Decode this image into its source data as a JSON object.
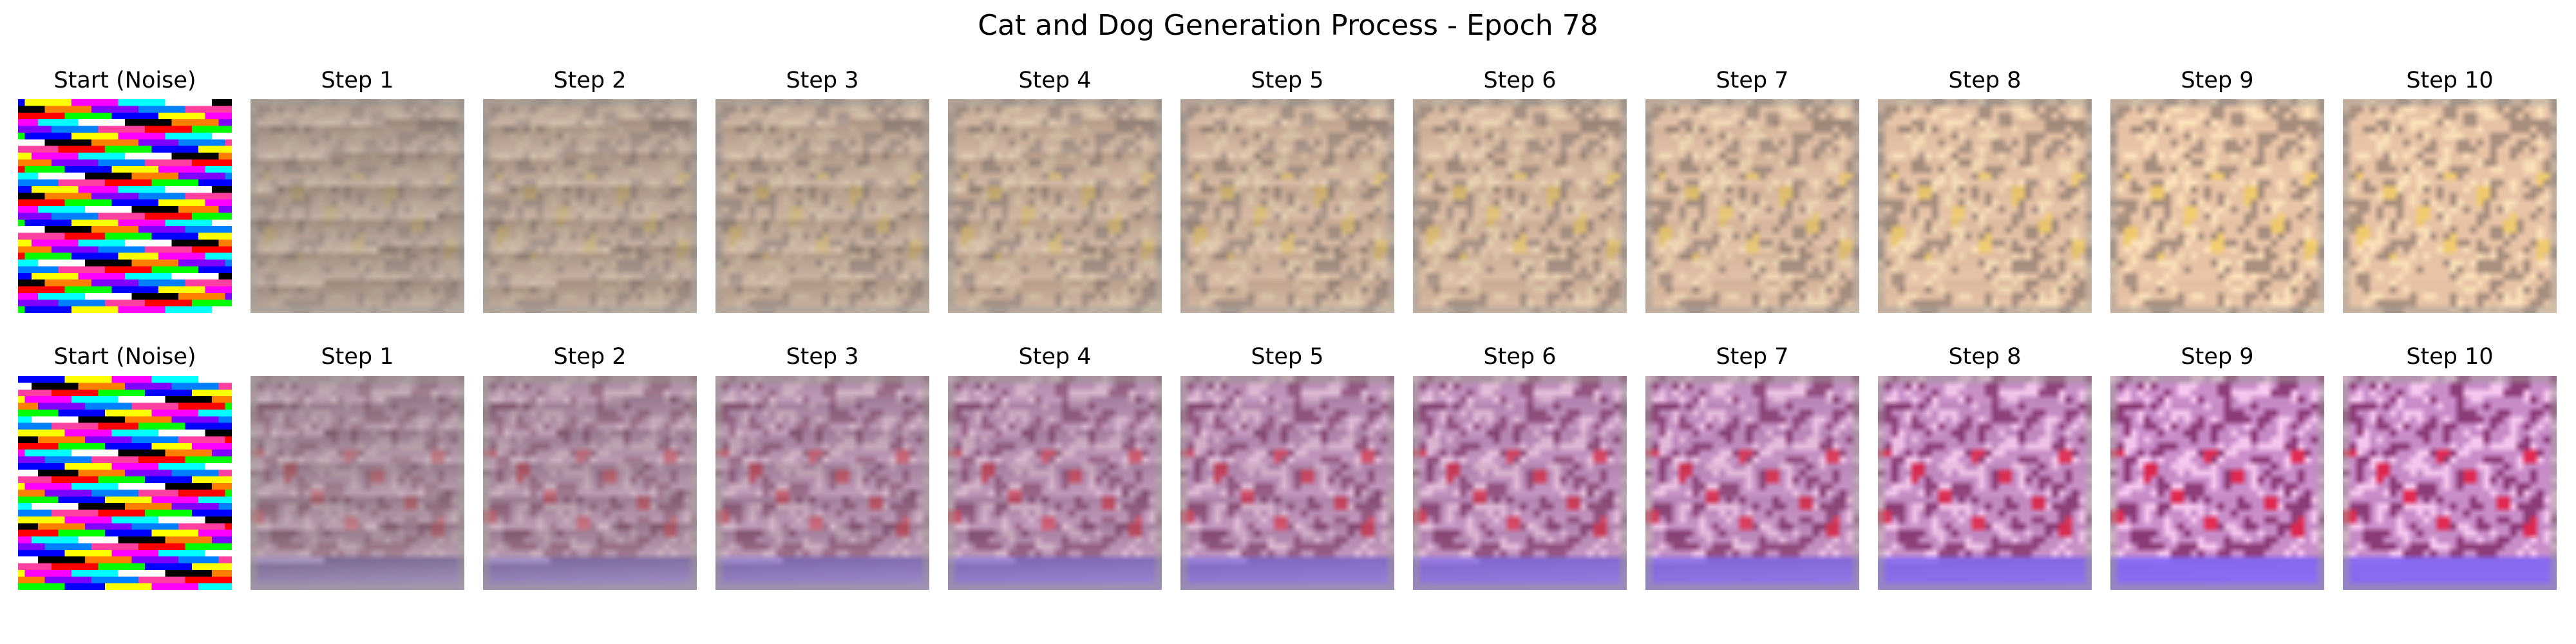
{
  "figure": {
    "title": "Cat and Dog Generation Process - Epoch 78"
  },
  "rows": [
    {
      "panels": [
        {
          "label": "Start (Noise)",
          "kind": "noise",
          "level": 0
        },
        {
          "label": "Step 1",
          "kind": "blur",
          "level": 0.1
        },
        {
          "label": "Step 2",
          "kind": "blur",
          "level": 0.2
        },
        {
          "label": "Step 3",
          "kind": "blur",
          "level": 0.3
        },
        {
          "label": "Step 4",
          "kind": "blur",
          "level": 0.4
        },
        {
          "label": "Step 5",
          "kind": "blur",
          "level": 0.5
        },
        {
          "label": "Step 6",
          "kind": "blur",
          "level": 0.6
        },
        {
          "label": "Step 7",
          "kind": "blur",
          "level": 0.7
        },
        {
          "label": "Step 8",
          "kind": "blur",
          "level": 0.8
        },
        {
          "label": "Step 9",
          "kind": "blur",
          "level": 0.9
        },
        {
          "label": "Step 10",
          "kind": "blur",
          "level": 1.0
        }
      ],
      "palette": {
        "base": "#e8c3a6",
        "shade": "#a88f7f",
        "highlight": "#fae0b8",
        "accent": "#f0cb6e"
      }
    },
    {
      "panels": [
        {
          "label": "Start (Noise)",
          "kind": "noise",
          "level": 0
        },
        {
          "label": "Step 1",
          "kind": "blur",
          "level": 0.1
        },
        {
          "label": "Step 2",
          "kind": "blur",
          "level": 0.2
        },
        {
          "label": "Step 3",
          "kind": "blur",
          "level": 0.3
        },
        {
          "label": "Step 4",
          "kind": "blur",
          "level": 0.4
        },
        {
          "label": "Step 5",
          "kind": "blur",
          "level": 0.5
        },
        {
          "label": "Step 6",
          "kind": "blur",
          "level": 0.6
        },
        {
          "label": "Step 7",
          "kind": "blur",
          "level": 0.7
        },
        {
          "label": "Step 8",
          "kind": "blur",
          "level": 0.8
        },
        {
          "label": "Step 9",
          "kind": "blur",
          "level": 0.9
        },
        {
          "label": "Step 10",
          "kind": "blur",
          "level": 1.0
        }
      ],
      "palette": {
        "base": "#c88cc8",
        "shade": "#8c3c78",
        "highlight": "#f6c6ee",
        "accent": "#e02a52",
        "floor": "#8a6af0"
      }
    }
  ]
}
